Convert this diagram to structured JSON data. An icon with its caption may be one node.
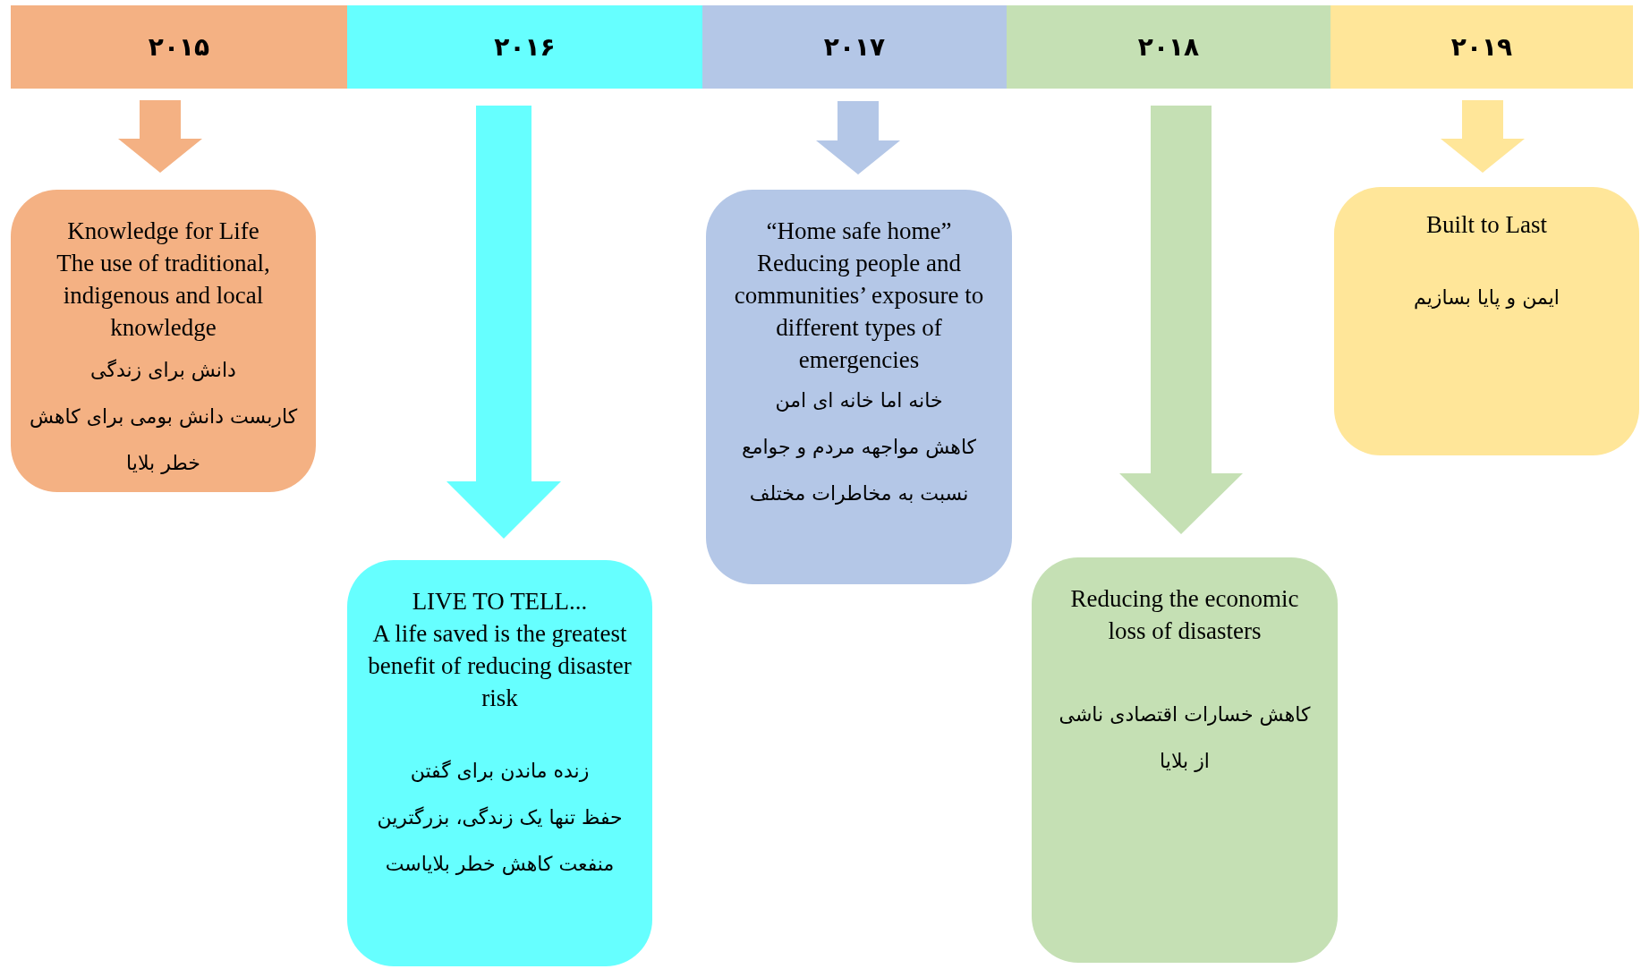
{
  "diagram": {
    "nodes": [
      {
        "text": [
          "۲۰۱۵"
        ]
      },
      {
        "text": [
          "۲۰۱۶"
        ]
      },
      {
        "text": [
          "۲۰۱۷"
        ]
      },
      {
        "text": [
          "۲۰۱۸"
        ]
      },
      {
        "text": [
          "۲۰۱۹"
        ]
      },
      {
        "text": [
          "Knowledge for Life",
          "The use of traditional, indigenous and local knowledge",
          "دانش برای زندگی",
          "کاربست دانش بومی برای کاهش خطر بلایا"
        ]
      },
      {
        "text": [
          "LIVE TO TELL...",
          "A life saved is the greatest benefit of reducing disaster risk",
          "زنده ماندن برای گفتن",
          "حفظ تنها یک زندگی، بزرگترین منفعت کاهش خطر بلایاست"
        ]
      },
      {
        "text": [
          "“Home safe home”",
          "Reducing people and communities’ exposure to different types of emergencies",
          "خانه اما خانه ای امن",
          "کاهش مواجهه مردم و جوامع نسبت به مخاطرات مختلف"
        ]
      },
      {
        "text": [
          "Reducing the economic loss of disasters",
          "کاهش خسارات اقتصادی ناشی از بلایا"
        ]
      },
      {
        "text": [
          "Built to Last",
          "ایمن و پایا بسازیم"
        ]
      }
    ],
    "edges": [
      {
        "from": 0,
        "to": 5,
        "arrow": "to",
        "color": "#f4b183"
      },
      {
        "from": 1,
        "to": 6,
        "arrow": "to",
        "color": "#66ffff"
      },
      {
        "from": 2,
        "to": 7,
        "arrow": "to",
        "color": "#b4c7e7"
      },
      {
        "from": 3,
        "to": 8,
        "arrow": "to",
        "color": "#c5e0b4"
      },
      {
        "from": 4,
        "to": 9,
        "arrow": "to",
        "color": "#ffe699"
      }
    ]
  }
}
